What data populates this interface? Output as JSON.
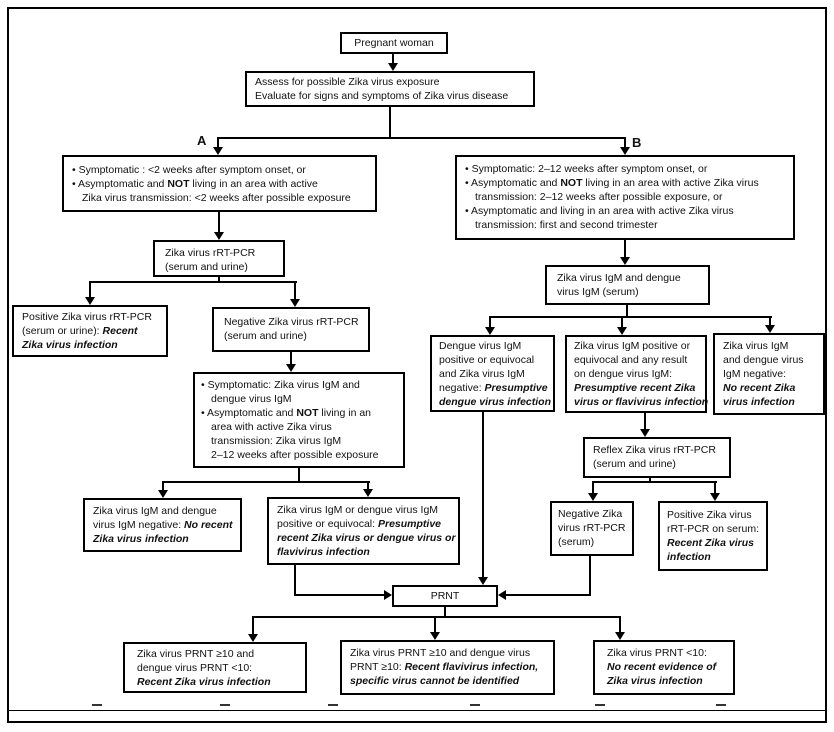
{
  "ui": {
    "bullet": "• "
  },
  "labels": {
    "a": "A",
    "b": "B"
  },
  "nodes": {
    "pregnant_woman": {
      "text": "Pregnant woman"
    },
    "assess": {
      "text": "Assess for possible Zika virus exposure\nEvaluate for signs and symptoms of Zika virus disease"
    },
    "branch_a": {
      "bullets": [
        {
          "pre": "Symptomatic : <2 weeks after symptom onset, or",
          "bold": "",
          "post": ""
        },
        {
          "pre": "Asymptomatic and ",
          "bold": "NOT",
          "post": " living in an area with active\nZika virus transmission: <2 weeks after possible exposure"
        }
      ]
    },
    "branch_b": {
      "bullets": [
        {
          "pre": "Symptomatic: 2–12 weeks after symptom onset, or",
          "bold": "",
          "post": ""
        },
        {
          "pre": "Asymptomatic and ",
          "bold": "NOT",
          "post": " living in an area with active Zika virus\ntransmission: 2–12 weeks after possible exposure, or"
        },
        {
          "pre": "Asymptomatic and living in an area with active Zika virus\ntransmission: first and second trimester",
          "bold": "",
          "post": ""
        }
      ]
    },
    "rtpcr": {
      "text": "Zika virus rRT-PCR\n(serum and urine)"
    },
    "pos_rtpcr": {
      "pre": "Positive Zika virus rRT-PCR\n(serum or urine): ",
      "em": "Recent\nZika virus infection"
    },
    "neg_rtpcr": {
      "text": "Negative Zika virus rRT-PCR\n(serum and urine)"
    },
    "igm_testing": {
      "bullets": [
        {
          "pre": "Symptomatic: Zika virus IgM and\ndengue virus IgM",
          "bold": "",
          "post": ""
        },
        {
          "pre": "Asymptomatic and ",
          "bold": "NOT",
          "post": " living in an\narea with active Zika virus\ntransmission: Zika virus IgM\n2–12 weeks after possible exposure"
        }
      ]
    },
    "igm_neg": {
      "pre": "Zika virus IgM and dengue\nvirus IgM negative: ",
      "em": "No recent\nZika virus infection"
    },
    "igm_pos": {
      "pre": "Zika virus IgM or dengue virus IgM\npositive or equivocal: ",
      "em": "Presumptive\nrecent Zika virus or dengue virus or\nflavivirus infection"
    },
    "b_igm": {
      "text": "Zika virus IgM and dengue\nvirus IgM (serum)"
    },
    "dengue_pos": {
      "pre": "Dengue virus IgM\npositive or equivocal\nand Zika virus IgM\nnegative: ",
      "em": "Presumptive\ndengue virus infection"
    },
    "zika_pos": {
      "pre": "Zika virus IgM positive or\nequivocal and any result\non dengue virus IgM:\n",
      "em": "Presumptive recent Zika\nvirus or flavivirus infection"
    },
    "both_neg": {
      "pre": "Zika virus IgM\nand dengue virus\nIgM negative:\n",
      "em": "No recent Zika\nvirus infection"
    },
    "reflex": {
      "text": "Reflex Zika virus rRT-PCR\n(serum and urine)"
    },
    "neg_serum": {
      "text": "Negative Zika\nvirus rRT-PCR\n(serum)"
    },
    "pos_serum": {
      "pre": "Positive Zika virus\nrRT-PCR on serum:\n",
      "em": "Recent Zika virus\ninfection"
    },
    "prnt": {
      "text": "PRNT"
    },
    "prnt_left": {
      "pre": "Zika virus PRNT ≥10 and\ndengue virus PRNT <10:\n",
      "em": "Recent Zika virus infection"
    },
    "prnt_mid": {
      "pre": "Zika virus PRNT ≥10 and dengue virus\nPRNT ≥10: ",
      "em": "Recent flavivirus infection,\nspecific virus cannot be identified"
    },
    "prnt_right": {
      "pre": "Zika virus PRNT <10:\n",
      "em": "No recent evidence of\nZika virus infection"
    }
  },
  "colors": {
    "line": "#000000",
    "text": "#111111",
    "background": "#ffffff"
  }
}
